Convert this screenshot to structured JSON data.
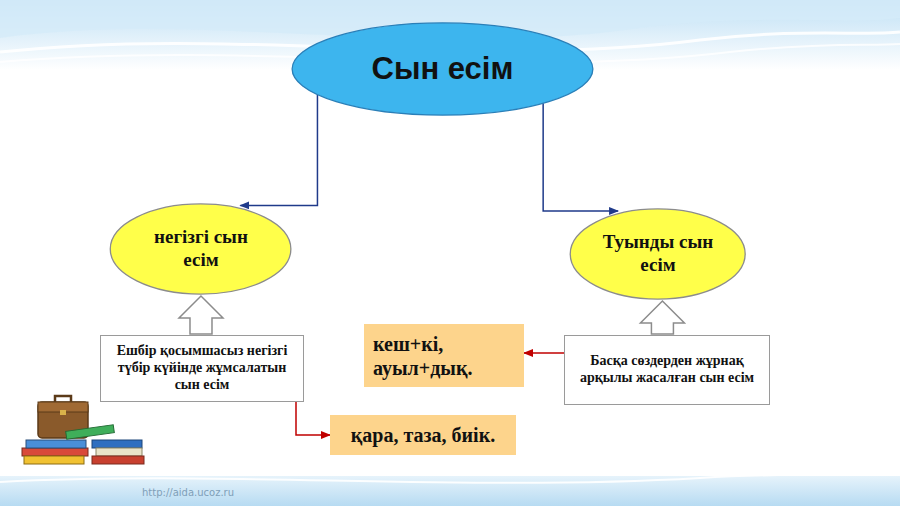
{
  "diagram": {
    "title": "Сын есім",
    "nodes": [
      {
        "text": [
          "Сын есім"
        ]
      },
      {
        "text": [
          "негізгі сын есім"
        ]
      },
      {
        "text": [
          "Туынды сын есім"
        ]
      },
      {
        "text": [
          "Ешбір қосымшасыз негізгі түбір күйінде жұмсалатын сын есім"
        ]
      },
      {
        "text": [
          "кеш+кі, ауыл+дық."
        ]
      },
      {
        "text": [
          "Басқа сөздерден жұрнақ арқылы жасалған сын есім"
        ]
      },
      {
        "text": [
          "қара, таза, биік."
        ]
      }
    ],
    "edges": [
      {
        "from": 0,
        "to": 1,
        "arrow": "to"
      },
      {
        "from": 0,
        "to": 2,
        "arrow": "to"
      },
      {
        "from": 3,
        "to": 1,
        "arrow": "to"
      },
      {
        "from": 5,
        "to": 2,
        "arrow": "to"
      },
      {
        "from": 3,
        "to": 6,
        "arrow": "to"
      },
      {
        "from": 5,
        "to": 4,
        "arrow": "to"
      }
    ],
    "labels": [
      "http://aida.ucoz.ru"
    ]
  }
}
